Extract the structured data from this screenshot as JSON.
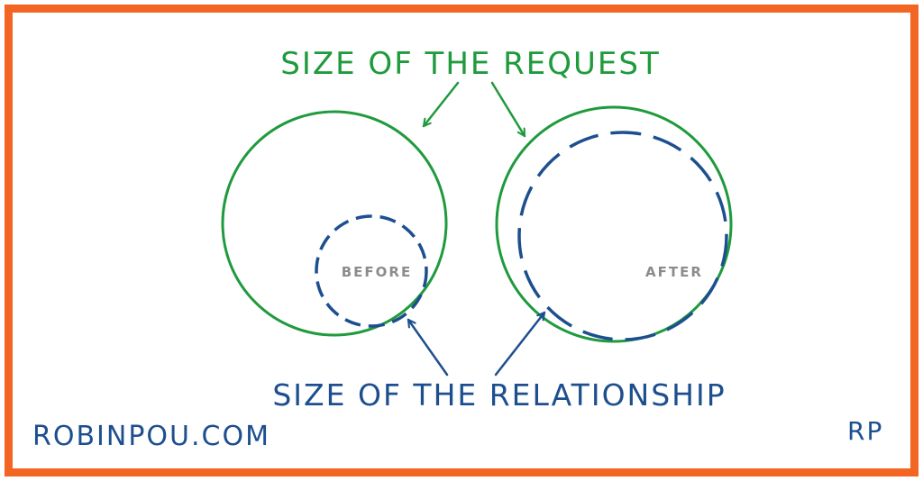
{
  "colors": {
    "frame": "#f26522",
    "request": "#1f9a3c",
    "relationship": "#1d4f8f",
    "inner_label": "#8c8c8c"
  },
  "labels": {
    "request": "SIZE OF THE REQUEST",
    "relationship": "SIZE OF THE RELATIONSHIP",
    "before": "BEFORE",
    "after": "AFTER",
    "site": "ROBINPOU.COM",
    "initials": "RP"
  }
}
